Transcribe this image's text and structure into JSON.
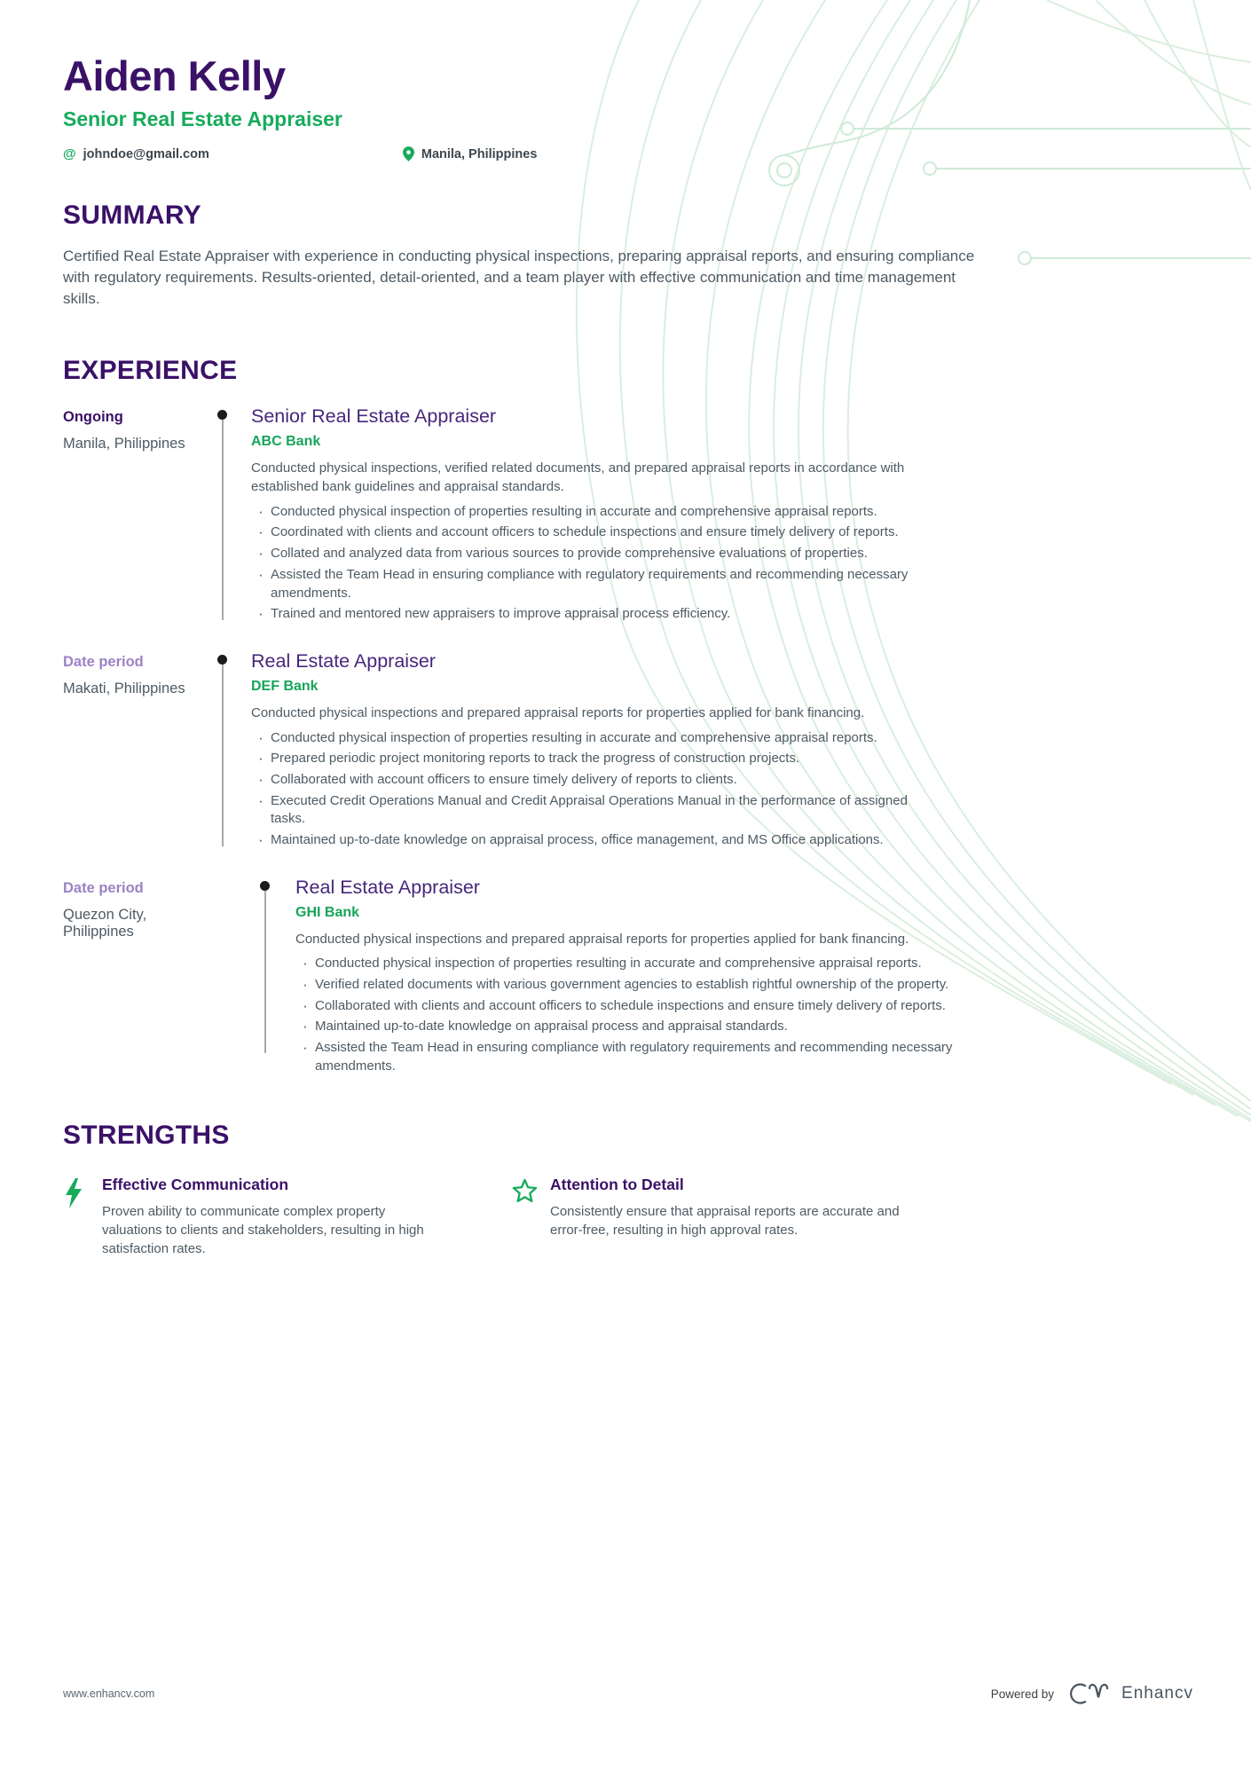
{
  "header": {
    "name": "Aiden Kelly",
    "title": "Senior Real Estate Appraiser",
    "email_icon": "@",
    "email": "johndoe@gmail.com",
    "location_icon": "location-pin-icon",
    "location": "Manila, Philippines"
  },
  "summary": {
    "heading": "SUMMARY",
    "text": "Certified Real Estate Appraiser with experience in conducting physical inspections, preparing appraisal reports, and ensuring compliance with regulatory requirements. Results-oriented, detail-oriented, and a team player with effective communication and time management skills."
  },
  "experience": {
    "heading": "EXPERIENCE",
    "jobs": [
      {
        "period": "Ongoing",
        "location": "Manila, Philippines",
        "title": "Senior Real Estate Appraiser",
        "company": "ABC Bank",
        "description": "Conducted physical inspections, verified related documents, and prepared appraisal reports in accordance with established bank guidelines and appraisal standards.",
        "bullets": [
          "Conducted physical inspection of properties resulting in accurate and comprehensive appraisal reports.",
          "Coordinated with clients and account officers to schedule inspections and ensure timely delivery of reports.",
          "Collated and analyzed data from various sources to provide comprehensive evaluations of properties.",
          "Assisted the Team Head in ensuring compliance with regulatory requirements and recommending necessary amendments.",
          "Trained and mentored new appraisers to improve appraisal process efficiency."
        ]
      },
      {
        "period": "Date period",
        "location": "Makati, Philippines",
        "title": "Real Estate Appraiser",
        "company": "DEF Bank",
        "description": "Conducted physical inspections and prepared appraisal reports for properties applied for bank financing.",
        "bullets": [
          "Conducted physical inspection of properties resulting in accurate and comprehensive appraisal reports.",
          "Prepared periodic project monitoring reports to track the progress of construction projects.",
          "Collaborated with account officers to ensure timely delivery of reports to clients.",
          "Executed Credit Operations Manual and Credit Appraisal Operations Manual in the performance of assigned tasks.",
          "Maintained up-to-date knowledge on appraisal process, office management, and MS Office applications."
        ]
      },
      {
        "period": "Date period",
        "location": "Quezon City, Philippines",
        "title": "Real Estate Appraiser",
        "company": "GHI Bank",
        "description": "Conducted physical inspections and prepared appraisal reports for properties applied for bank financing.",
        "bullets": [
          "Conducted physical inspection of properties resulting in accurate and comprehensive appraisal reports.",
          "Verified related documents with various government agencies to establish rightful ownership of the property.",
          "Collaborated with clients and account officers to schedule inspections and ensure timely delivery of reports.",
          "Maintained up-to-date knowledge on appraisal process and appraisal standards.",
          "Assisted the Team Head in ensuring compliance with regulatory requirements and recommending necessary amendments."
        ]
      }
    ]
  },
  "strengths": {
    "heading": "STRENGTHS",
    "items": [
      {
        "icon": "lightning-icon",
        "title": "Effective Communication",
        "text": "Proven ability to communicate complex property valuations to clients and stakeholders, resulting in high satisfaction rates."
      },
      {
        "icon": "star-icon",
        "title": "Attention to Detail",
        "text": "Consistently ensure that appraisal reports are accurate and error-free, resulting in high approval rates."
      }
    ]
  },
  "footer": {
    "website": "www.enhancv.com",
    "powered_by": "Powered by",
    "brand": "Enhancv"
  },
  "colors": {
    "primary_purple": "#3a1167",
    "job_title_purple": "#46267b",
    "light_purple": "#9c82c4",
    "accent_green": "#17ab5c",
    "body_text": "#4e5a63",
    "decorative_green": "#daeede",
    "timeline_dot": "#1b1b1b"
  }
}
